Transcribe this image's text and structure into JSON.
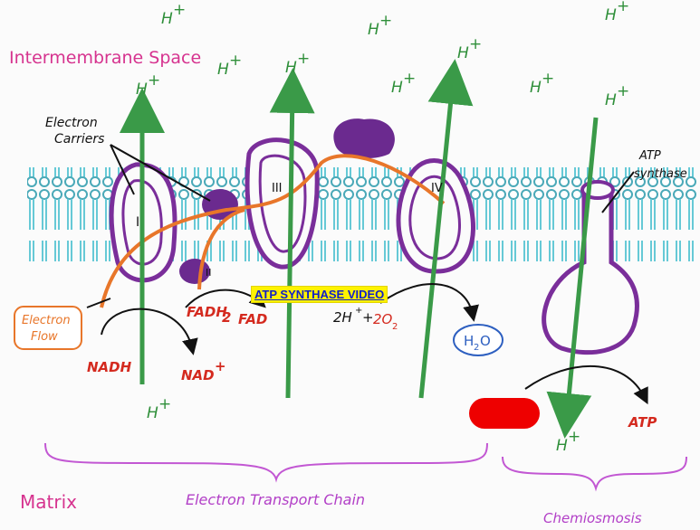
{
  "title": "Intermembrane Space",
  "matrix_label": "Matrix",
  "labels": {
    "electron_carriers_1": "Electron",
    "electron_carriers_2": "Carriers",
    "electron_flow_1": "Electron",
    "electron_flow_2": "Flow",
    "atp_synthase_1": "ATP",
    "atp_synthase_2": "synthase",
    "complex_1": "I",
    "complex_2": "II",
    "complex_3": "III",
    "complex_4": "IV",
    "nadh": "NADH",
    "nad_plus": "NAD",
    "fadh2": "FADH",
    "fad": "FAD",
    "h2o": "H",
    "h2o_o": "O",
    "reaction_2h": "2H",
    "reaction_plus": "+",
    "reaction_o2": "2O",
    "atp": "ATP",
    "etc_brace": "Electron Transport Chain",
    "chemiosmosis": "Chemiosmosis",
    "h_plus": "H",
    "plus_sup": "+",
    "two_sub": "2"
  },
  "video_link": "ATP SYNTHASE VIDEO",
  "colors": {
    "membrane": "#5bc4d1",
    "protein": "#7a2e9a",
    "dark_protein": "#6b2a8f",
    "arrow_green": "#3a9a48",
    "electron_flow": "#e8762a",
    "red_label": "#d42a1f",
    "pink_label": "#d6338f",
    "brace": "#c257d3",
    "blob": "#ee0000"
  }
}
